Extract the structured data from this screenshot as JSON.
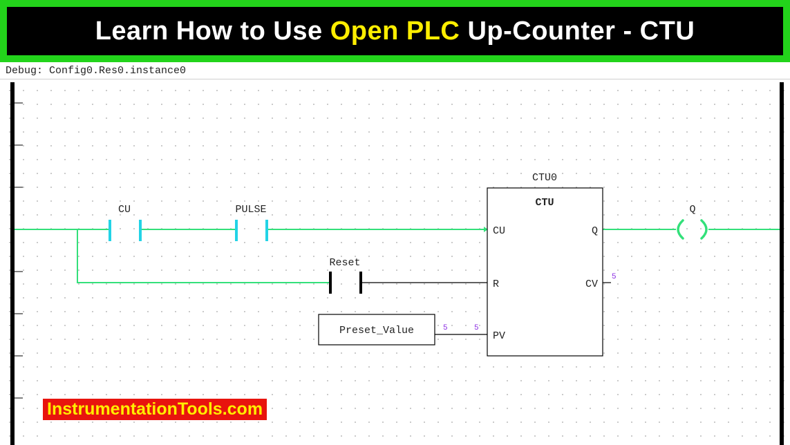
{
  "banner": {
    "title_part1": "Learn How to Use ",
    "title_highlight": "Open PLC",
    "title_part2": " Up-Counter - CTU"
  },
  "editor": {
    "debug_label": "Debug: Config0.Res0.instance0"
  },
  "ladder": {
    "contact_cu": "CU",
    "contact_pulse": "PULSE",
    "contact_reset": "Reset",
    "preset_variable": "Preset_Value",
    "coil": "Q",
    "block": {
      "instance": "CTU0",
      "type": "CTU",
      "pin_cu": "CU",
      "pin_r": "R",
      "pin_pv": "PV",
      "pin_q": "Q",
      "pin_cv": "CV"
    },
    "debug_values": {
      "preset_out": "5",
      "pv_in": "5",
      "cv_out": "5"
    }
  },
  "colors": {
    "banner_border": "#23d41b",
    "banner_bg": "#000000",
    "banner_highlight": "#ffee00",
    "energized_wire": "#33e07a",
    "energized_contact": "#22d3e6",
    "idle_wire": "#000000",
    "debug_value": "#8a2be2",
    "watermark_bg": "#e8140e",
    "watermark_text": "#ffee00"
  },
  "watermark": {
    "text": "InstrumentationTools.com"
  }
}
